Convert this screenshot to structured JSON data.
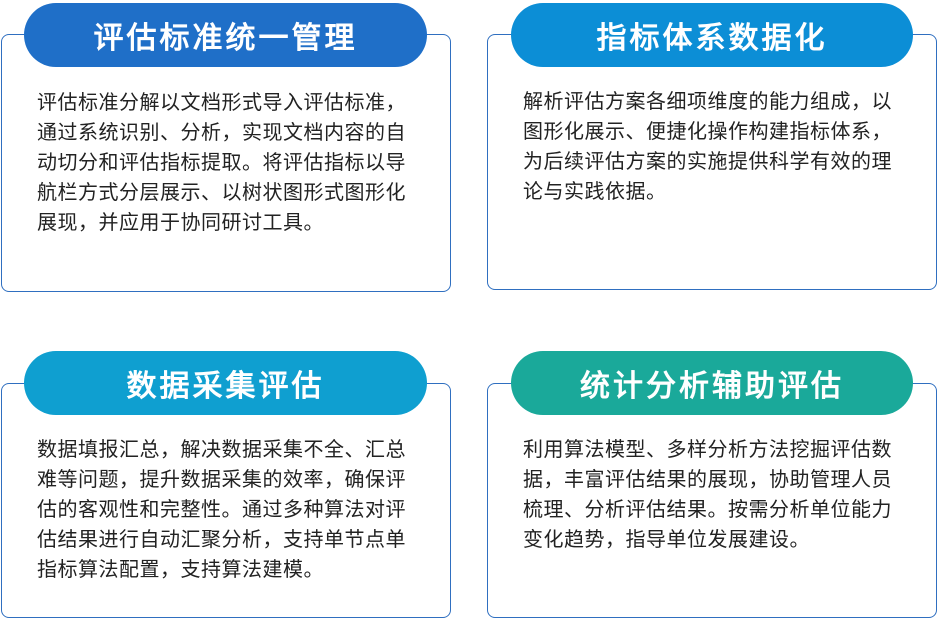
{
  "cards": [
    {
      "title": "评估标准统一管理",
      "title_color": "#1f6fc8",
      "text": "评估标准分解以文档形式导入评估标准，通过系统识别、分析，实现文档内容的自动切分和评估指标提取。将评估指标以导航栏方式分层展示、以树状图形式图形化展现，并应用于协同研讨工具。"
    },
    {
      "title": "指标体系数据化",
      "title_color": "#0c8ed6",
      "text": "解析评估方案各细项维度的能力组成，以图形化展示、便捷化操作构建指标体系，为后续评估方案的实施提供科学有效的理论与实践依据。"
    },
    {
      "title": "数据采集评估",
      "title_color": "#0f9fd0",
      "text": "数据填报汇总，解决数据采集不全、汇总难等问题，提升数据采集的效率，确保评估的客观性和完整性。通过多种算法对评估结果进行自动汇聚分析，支持单节点单指标算法配置，支持算法建模。"
    },
    {
      "title": "统计分析辅助评估",
      "title_color": "#1aa99a",
      "text": "利用算法模型、多样分析方法挖掘评估数据，丰富评估结果的展现，协助管理人员梳理、分析评估结果。按需分析单位能力变化趋势，指导单位发展建设。"
    }
  ],
  "border_color": "#2f6fc0"
}
